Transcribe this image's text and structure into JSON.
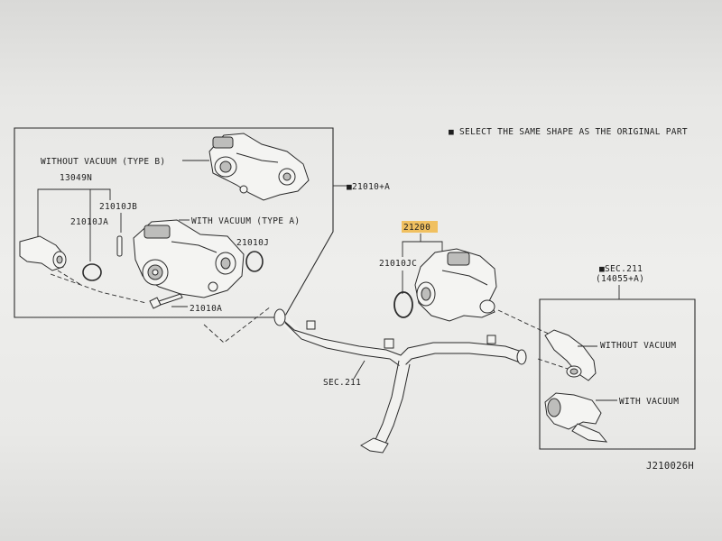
{
  "note": "■ SELECT THE SAME SHAPE AS THE ORIGINAL PART",
  "labels": {
    "type_b": "WITHOUT VACUUM (TYPE B)",
    "type_a": "WITH VACUUM (TYPE A)",
    "p13049n": "13049N",
    "p21010jb": "21010JB",
    "p21010ja": "21010JA",
    "p21010j": "21010J",
    "p21010a": "21010A",
    "p21010_a_set": "■21010+A",
    "p21200": "21200",
    "p21010jc": "21010JC",
    "sec211_ref": "■SEC.211",
    "sec211_ref_sub": "(14055+A)",
    "without_vacuum": "WITHOUT VACUUM",
    "with_vacuum": "WITH VACUUM",
    "sec211": "SEC.211",
    "drawing_id": "J210026H"
  },
  "colors": {
    "highlight": "#f0c060",
    "line": "#2a2a2a"
  }
}
